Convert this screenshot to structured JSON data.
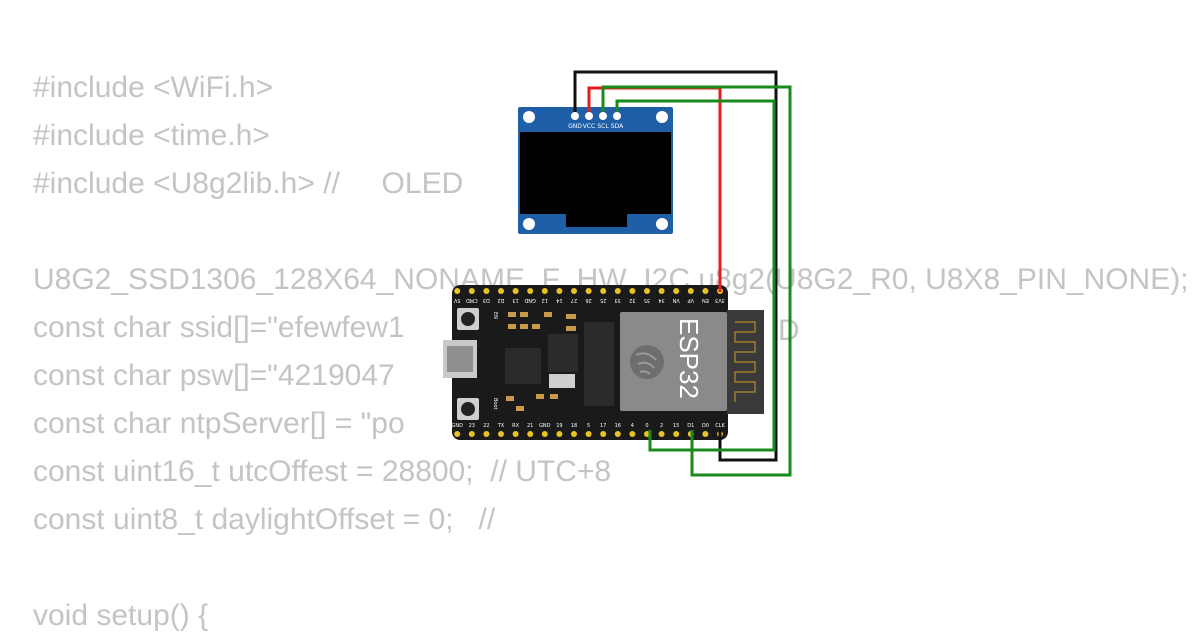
{
  "code_lines": [
    "#include <WiFi.h>",
    "#include <time.h>",
    "#include <U8g2lib.h> //     OLED",
    "",
    "U8G2_SSD1306_128X64_NONAME_F_HW_I2C u8g2(U8G2_R0, U8X8_PIN_NONE);",
    "const char ssid[]=\"efewfew1",
    "const char psw[]=\"4219047",
    "const char ntpServer[] = \"po",
    "const uint16_t utcOffest = 28800;  // UTC+8",
    "const uint8_t daylightOffset = 0;   //",
    "",
    "void setup() {"
  ],
  "code_fragment_right": "D",
  "oled": {
    "pins": [
      "GND",
      "VCC",
      "SCL",
      "SDA"
    ]
  },
  "esp32": {
    "module_label": "ESP32",
    "en_label": "EN",
    "boot_label": "Boot",
    "top_pins": [
      "3V3",
      "EN",
      "VP",
      "VN",
      "34",
      "35",
      "32",
      "33",
      "25",
      "26",
      "27",
      "14",
      "12",
      "GND",
      "13",
      "D2",
      "D3",
      "CMD",
      "5V"
    ],
    "bottom_pins": [
      "CLK",
      "D0",
      "D1",
      "15",
      "2",
      "0",
      "4",
      "16",
      "17",
      "5",
      "18",
      "19",
      "GND",
      "21",
      "RX",
      "TX",
      "22",
      "23",
      "GND"
    ]
  },
  "wire_colors": {
    "gnd": "#111111",
    "vcc": "#e11d1d",
    "scl": "#1a8a1a",
    "sda": "#1a8a1a"
  }
}
